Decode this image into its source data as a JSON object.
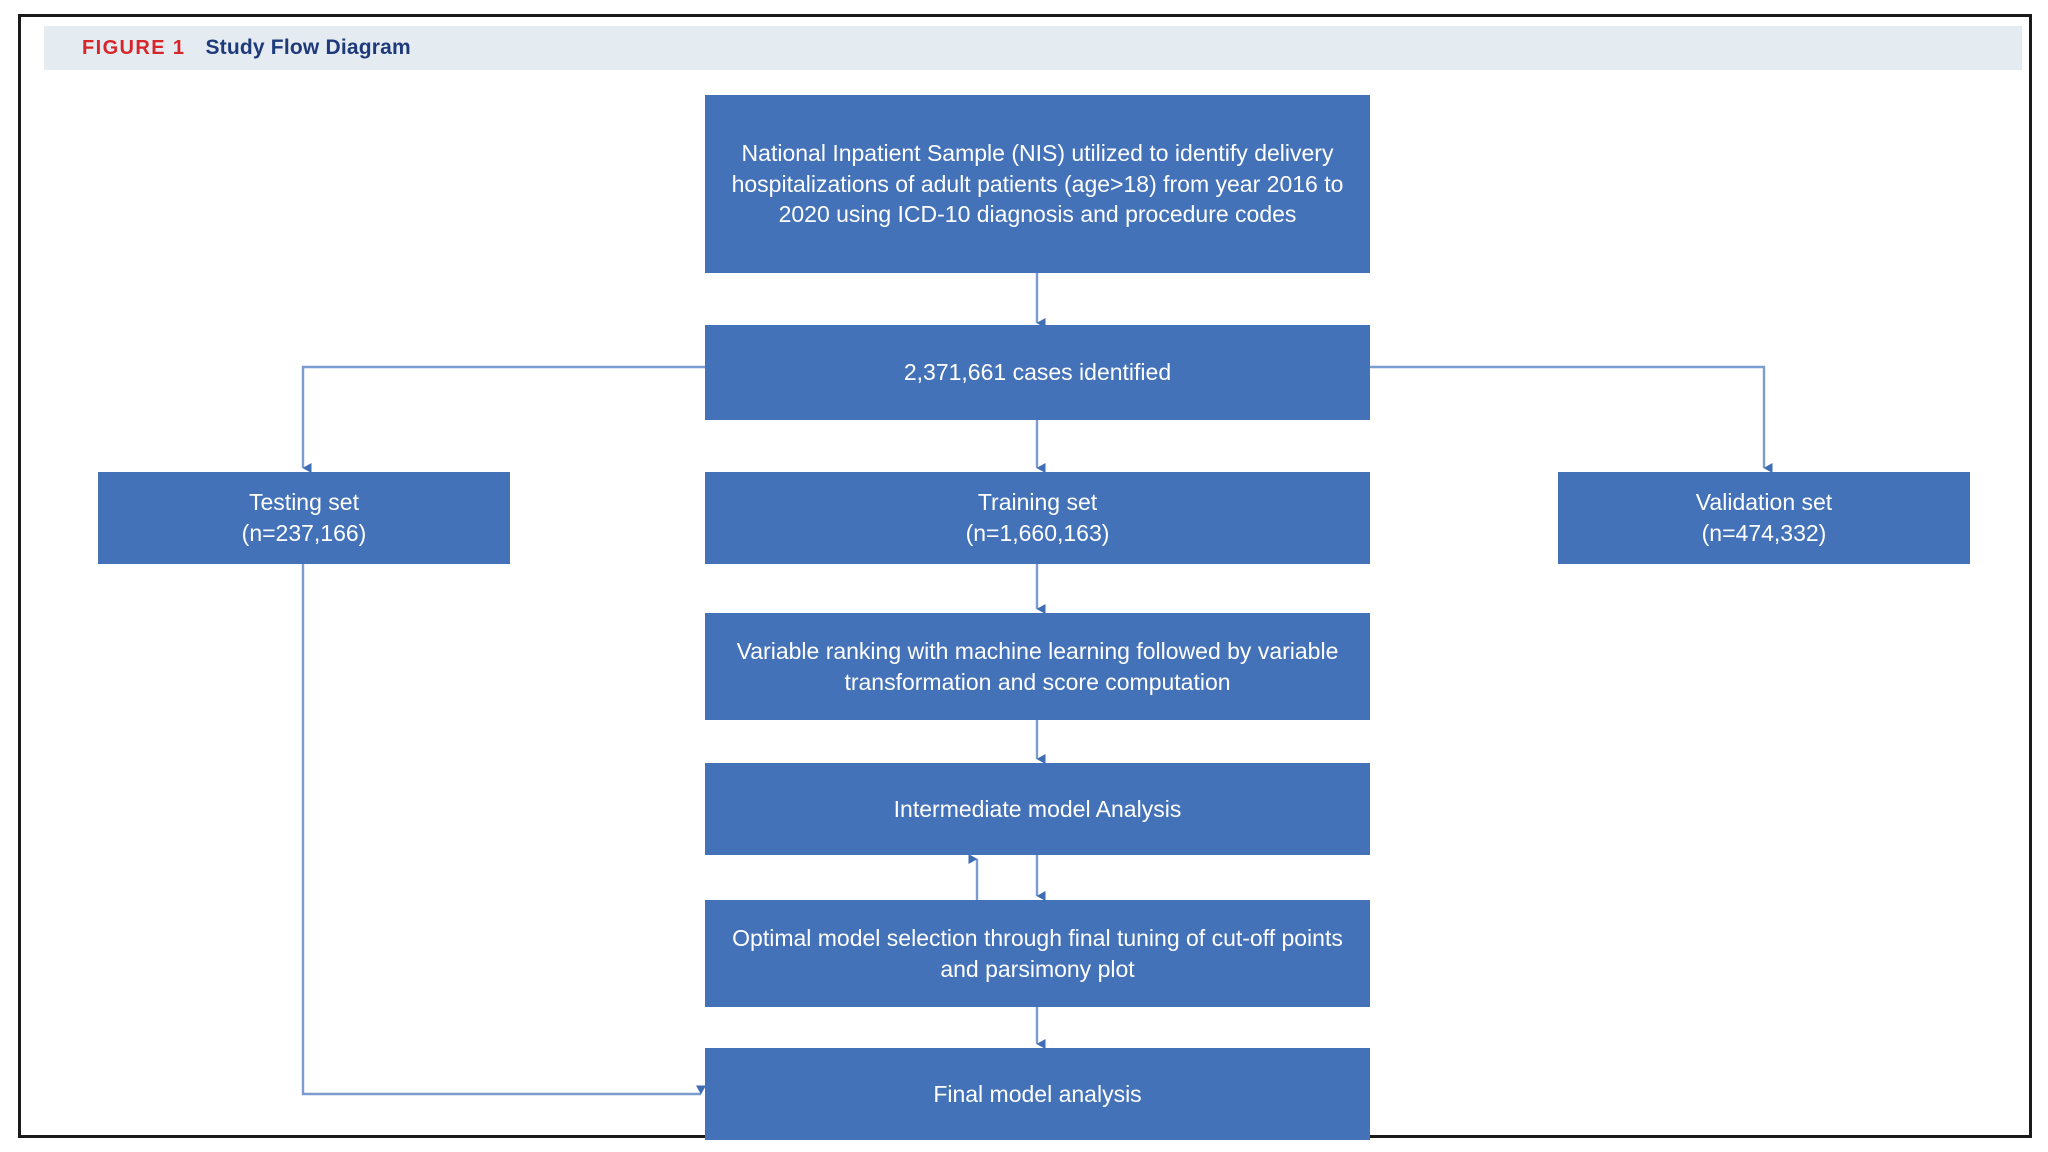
{
  "header": {
    "figure_tag": "FIGURE 1",
    "title": "Study Flow Diagram"
  },
  "colors": {
    "node_fill": "#4472b8",
    "node_text": "#ffffff",
    "connector": "#7b9ccf",
    "header_band": "#e4ecf2",
    "figure_tag": "#d7262a",
    "figure_title": "#1f3a7a",
    "page_border": "#1a1a1a"
  },
  "nodes": {
    "source": "National Inpatient Sample (NIS) utilized to identify delivery hospitalizations of adult patients (age>18) from year 2016 to 2020 using ICD-10 diagnosis and procedure codes",
    "cases": "2,371,661 cases identified",
    "testing": "Testing set\n(n=237,166)",
    "training": "Training set\n(n=1,660,163)",
    "validation": "Validation set\n(n=474,332)",
    "ranking": "Variable ranking with machine learning followed by variable transformation and score computation",
    "intermediate": "Intermediate model Analysis",
    "optimal": "Optimal model selection through final tuning of cut-off points and parsimony plot",
    "final": "Final model analysis"
  },
  "chart_data": {
    "type": "diagram",
    "title": "Study Flow Diagram",
    "nodes": [
      {
        "id": "source",
        "label": "National Inpatient Sample (NIS) utilized to identify delivery hospitalizations of adult patients (age>18) from year 2016 to 2020 using ICD-10 diagnosis and procedure codes",
        "level": 0
      },
      {
        "id": "cases",
        "label": "2,371,661 cases identified",
        "level": 1,
        "count": 2371661
      },
      {
        "id": "testing",
        "label": "Testing set (n=237,166)",
        "level": 2,
        "count": 237166
      },
      {
        "id": "training",
        "label": "Training set (n=1,660,163)",
        "level": 2,
        "count": 1660163
      },
      {
        "id": "validation",
        "label": "Validation set (n=474,332)",
        "level": 2,
        "count": 474332
      },
      {
        "id": "ranking",
        "label": "Variable ranking with machine learning followed by variable transformation and score computation",
        "level": 3
      },
      {
        "id": "intermediate",
        "label": "Intermediate model Analysis",
        "level": 4
      },
      {
        "id": "optimal",
        "label": "Optimal model selection through final tuning of cut-off points and parsimony plot",
        "level": 5
      },
      {
        "id": "final",
        "label": "Final model analysis",
        "level": 6
      }
    ],
    "edges": [
      {
        "from": "source",
        "to": "cases",
        "style": "arrow-down"
      },
      {
        "from": "cases",
        "to": "testing",
        "style": "elbow-left-down-arrow"
      },
      {
        "from": "cases",
        "to": "training",
        "style": "arrow-down"
      },
      {
        "from": "cases",
        "to": "validation",
        "style": "elbow-right-down-arrow"
      },
      {
        "from": "training",
        "to": "ranking",
        "style": "arrow-down"
      },
      {
        "from": "ranking",
        "to": "intermediate",
        "style": "arrow-down"
      },
      {
        "from": "intermediate",
        "to": "optimal",
        "style": "arrow-down"
      },
      {
        "from": "optimal",
        "to": "intermediate",
        "style": "arrow-up"
      },
      {
        "from": "optimal",
        "to": "final",
        "style": "arrow-down"
      },
      {
        "from": "testing",
        "to": "final",
        "style": "elbow-down-right-arrow"
      }
    ]
  }
}
